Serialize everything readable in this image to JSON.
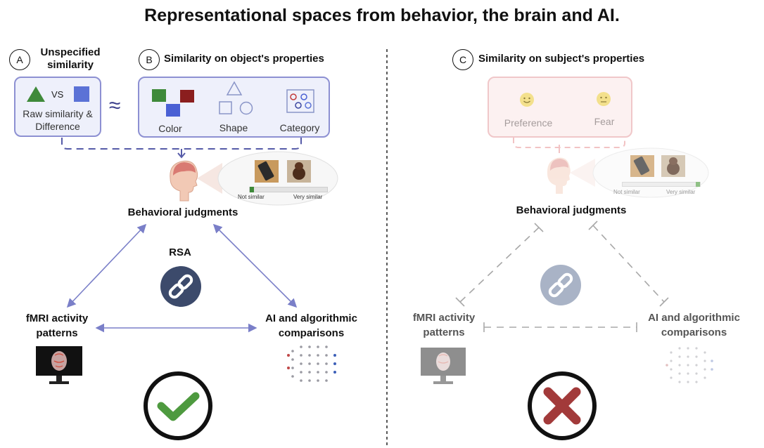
{
  "title": "Representational spaces from behavior, the brain and AI.",
  "panel_a": {
    "marker": "A",
    "heading_line1": "Unspecified",
    "heading_line2": "similarity",
    "vs_text": "VS",
    "caption_line1": "Raw similarity &",
    "caption_line2": "Difference",
    "approx_symbol": "≈"
  },
  "panel_b": {
    "marker": "B",
    "heading": "Similarity on object's properties",
    "properties": [
      "Color",
      "Shape",
      "Category"
    ]
  },
  "panel_c": {
    "marker": "C",
    "heading": "Similarity on subject's properties",
    "properties": [
      "Preference",
      "Fear"
    ]
  },
  "left": {
    "behavioral": "Behavioral judgments",
    "rsa": "RSA",
    "fmri_line1": "fMRI activity",
    "fmri_line2": "patterns",
    "ai_line1": "AI and algorithmic",
    "ai_line2": "comparisons",
    "scale_low": "Not similar",
    "scale_high": "Very similar",
    "result": "check"
  },
  "right": {
    "behavioral": "Behavioral judgments",
    "fmri_line1": "fMRI activity",
    "fmri_line2": "patterns",
    "ai_line1": "AI and algorithmic",
    "ai_line2": "comparisons",
    "scale_low": "Not similar",
    "scale_high": "Very similar",
    "result": "cross"
  },
  "colors": {
    "box_border": "#8d90d2",
    "arrow": "#7a7fc8",
    "link_badge": "#3c4a6b",
    "check": "#4e9a3f",
    "cross": "#a23a3a",
    "faded_box_border": "#f0c7c9"
  }
}
